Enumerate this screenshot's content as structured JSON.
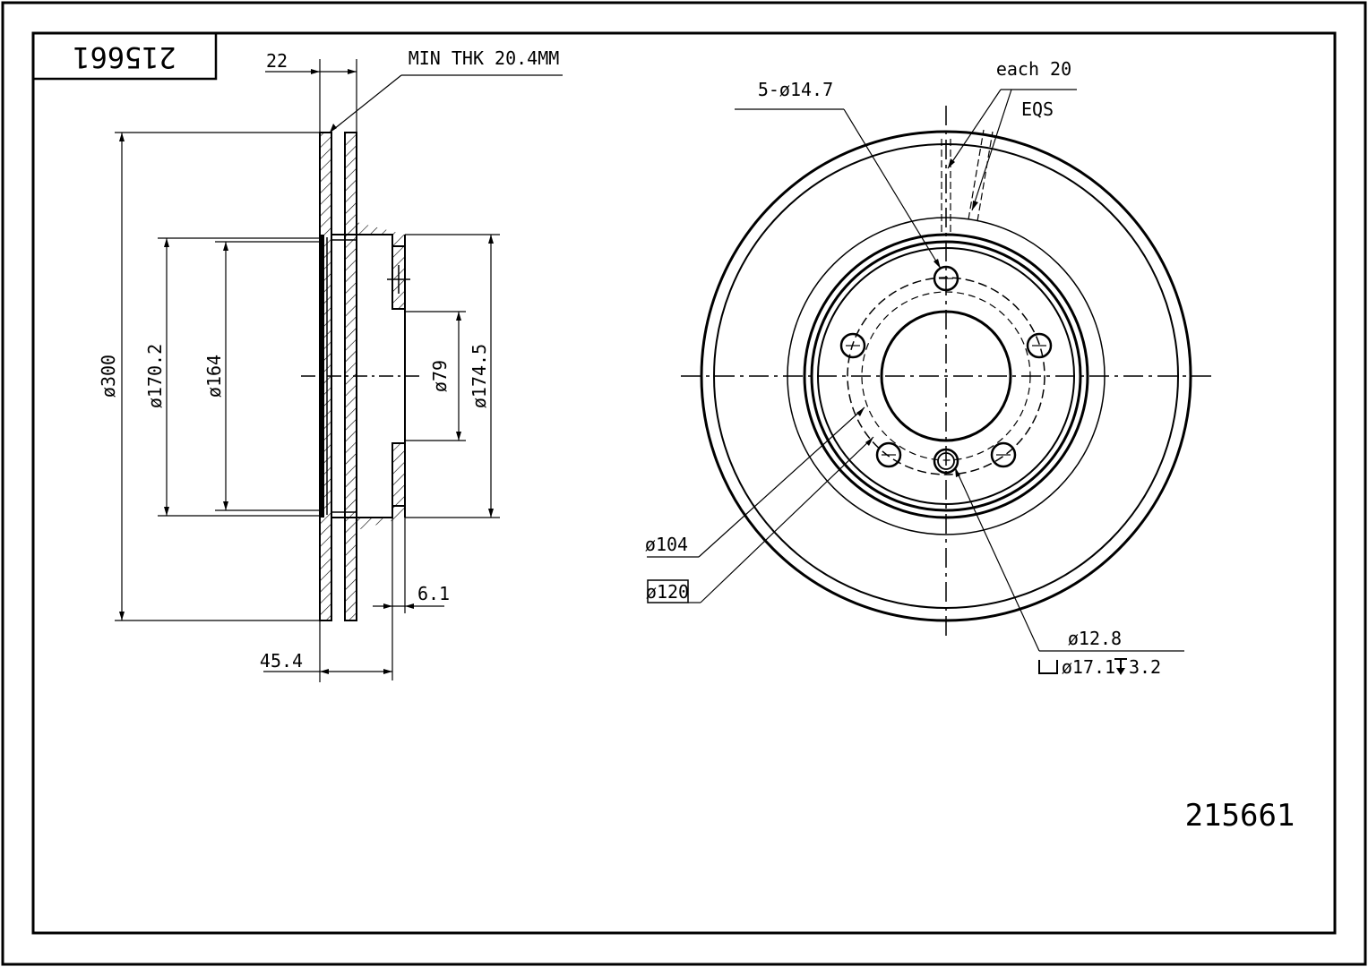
{
  "title_block": {
    "part_number_mirrored": "215661"
  },
  "part_number": "215661",
  "side_view": {
    "dim_thickness": "22",
    "note_min_thickness": "MIN THK 20.4MM",
    "dim_outer_diameter": "ø300",
    "dim_hat_outer": "ø170.2",
    "dim_hat_inner": "ø164",
    "dim_center_bore": "ø79",
    "dim_hat_step": "ø174.5",
    "dim_hat_wall": "6.1",
    "dim_total_height": "45.4"
  },
  "front_view": {
    "note_each": "each 20",
    "note_eqs": "EQS",
    "note_wheel_holes": "5-ø14.7",
    "dim_pcd_inner": "ø104",
    "dim_pcd": "ø120",
    "note_hole_diameter": "ø12.8",
    "note_counterbore_dia": "ø17.1",
    "note_counterbore_depth": "3.2"
  }
}
